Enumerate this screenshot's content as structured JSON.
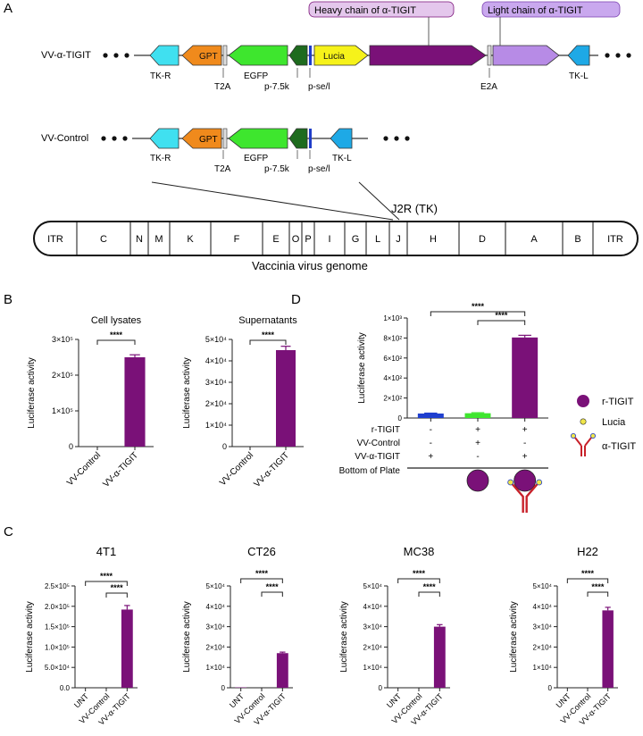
{
  "panels": {
    "A": "A",
    "B": "B",
    "C": "C",
    "D": "D"
  },
  "colors": {
    "purple": "#7a1178",
    "purple_light": "#b78be6",
    "cyan": "#40e0f0",
    "orange": "#f08a1c",
    "green": "#3ee62e",
    "dark_green": "#1e6b1e",
    "yellow": "#f6f21a",
    "blue_tk": "#1ea9e6",
    "label_heavy_bg": "#e4c7ec",
    "label_light_bg": "#c9a8ee",
    "blue_bar": "#1f3fcf",
    "lucia_dot": "#f0e64a",
    "antibody_red": "#c8212a"
  },
  "panelA": {
    "construct1_name": "VV-α-TIGIT",
    "construct2_name": "VV-Control",
    "heavy_label": "Heavy chain of α-TIGIT",
    "light_label": "Light chain of α-TIGIT",
    "genes": {
      "tkr": "TK-R",
      "gpt": "GPT",
      "t2a": "T2A",
      "egfp": "EGFP",
      "p75k": "p-7.5k",
      "pse": "p-se/l",
      "lucia": "Lucia",
      "e2a": "E2A",
      "tkl": "TK-L"
    },
    "j2r_label": "J2R (TK)",
    "genome_label": "Vaccinia virus genome",
    "genome_segments": [
      "ITR",
      "C",
      "N",
      "M",
      "K",
      "F",
      "E",
      "O",
      "P",
      "I",
      "G",
      "L",
      "J",
      "H",
      "D",
      "A",
      "B",
      "ITR"
    ]
  },
  "chart_data": [
    {
      "id": "B-cell-lysates",
      "type": "bar",
      "title": "Cell lysates",
      "ylabel": "Luciferase activity",
      "categories": [
        "VV-Control",
        "VV-α-TIGIT"
      ],
      "values": [
        0,
        250000
      ],
      "errors": [
        0,
        7000
      ],
      "ylim": [
        0,
        300000
      ],
      "yticks": [
        "0",
        "1×10⁵",
        "2×10⁵",
        "3×10⁵"
      ],
      "significance": [
        "****"
      ]
    },
    {
      "id": "B-supernatants",
      "type": "bar",
      "title": "Supernatants",
      "ylabel": "Luciferase activity",
      "categories": [
        "VV-Control",
        "VV-α-TIGIT"
      ],
      "values": [
        0,
        45000
      ],
      "errors": [
        0,
        1800
      ],
      "ylim": [
        0,
        50000
      ],
      "yticks": [
        "0",
        "1×10⁴",
        "2×10⁴",
        "3×10⁴",
        "4×10⁴",
        "5×10⁴"
      ],
      "significance": [
        "****"
      ]
    },
    {
      "id": "D",
      "type": "bar",
      "ylabel": "Luciferase activity",
      "conditions": [
        {
          "name": "r-TIGIT",
          "values": [
            "-",
            "+",
            "+"
          ]
        },
        {
          "name": "VV-Control",
          "values": [
            "-",
            "+",
            "-"
          ]
        },
        {
          "name": "VV-α-TIGIT",
          "values": [
            "+",
            "-",
            "+"
          ]
        }
      ],
      "values": [
        45,
        48,
        805
      ],
      "errors": [
        4,
        5,
        22
      ],
      "ylim": [
        0,
        1000
      ],
      "yticks": [
        "0",
        "2×10²",
        "4×10²",
        "6×10²",
        "8×10²",
        "1×10³"
      ],
      "significance": [
        "****",
        "****"
      ],
      "bottom_label": "Bottom of Plate",
      "legend": [
        "r-TIGIT",
        "Lucia",
        "α-TIGIT"
      ]
    },
    {
      "id": "C-4T1",
      "type": "bar",
      "title": "4T1",
      "ylabel": "Luciferase activity",
      "categories": [
        "UNT",
        "VV-Control",
        "VV-α-TIGIT"
      ],
      "values": [
        0,
        0,
        192000
      ],
      "errors": [
        0,
        0,
        10000
      ],
      "ylim": [
        0,
        250000
      ],
      "yticks": [
        "0.0",
        "5.0×10⁴",
        "1.0×10⁵",
        "1.5×10⁵",
        "2.0×10⁵",
        "2.5×10⁵"
      ],
      "significance": [
        "****",
        "****"
      ]
    },
    {
      "id": "C-CT26",
      "type": "bar",
      "title": "CT26",
      "ylabel": "Luciferase activity",
      "categories": [
        "UNT",
        "VV-Control",
        "VV-α-TIGIT"
      ],
      "values": [
        200,
        0,
        17000
      ],
      "errors": [
        0,
        0,
        500
      ],
      "ylim": [
        0,
        50000
      ],
      "yticks": [
        "0",
        "1×10⁴",
        "2×10⁴",
        "3×10⁴",
        "4×10⁴",
        "5×10⁴"
      ],
      "significance": [
        "****",
        "****"
      ]
    },
    {
      "id": "C-MC38",
      "type": "bar",
      "title": "MC38",
      "ylabel": "Luciferase activity",
      "categories": [
        "UNT",
        "VV-Control",
        "VV-α-TIGIT"
      ],
      "values": [
        0,
        0,
        30000
      ],
      "errors": [
        0,
        0,
        1000
      ],
      "ylim": [
        0,
        50000
      ],
      "yticks": [
        "0",
        "1×10⁴",
        "2×10⁴",
        "3×10⁴",
        "4×10⁴",
        "5×10⁴"
      ],
      "significance": [
        "****",
        "****"
      ]
    },
    {
      "id": "C-H22",
      "type": "bar",
      "title": "H22",
      "ylabel": "Luciferase activity",
      "categories": [
        "UNT",
        "VV-Control",
        "VV-α-TIGIT"
      ],
      "values": [
        0,
        0,
        38000
      ],
      "errors": [
        0,
        0,
        1500
      ],
      "ylim": [
        0,
        50000
      ],
      "yticks": [
        "0",
        "1×10⁴",
        "2×10⁴",
        "3×10⁴",
        "4×10⁴",
        "5×10⁴"
      ],
      "significance": [
        "****",
        "****"
      ]
    }
  ]
}
